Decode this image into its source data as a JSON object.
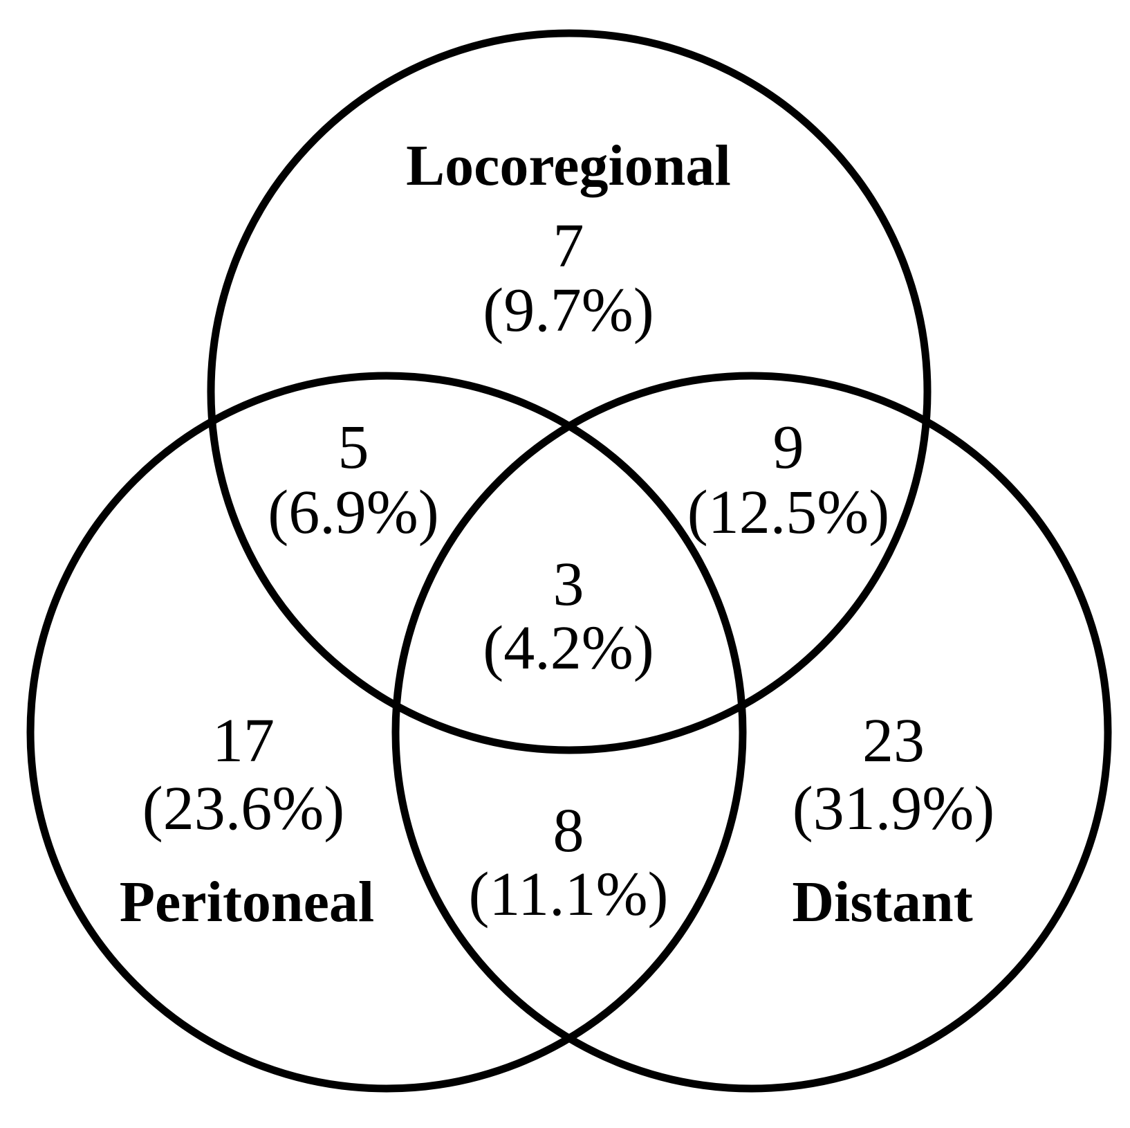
{
  "diagram": {
    "type": "venn",
    "line_color": "#000000",
    "background": "#ffffff",
    "sets": [
      {
        "id": "L",
        "label": "Locoregional"
      },
      {
        "id": "P",
        "label": "Peritoneal"
      },
      {
        "id": "D",
        "label": "Distant"
      }
    ],
    "regions": {
      "locoregional_only": {
        "sets": [
          "L"
        ],
        "count": "7",
        "percent": "(9.7%)"
      },
      "locoregional_peritoneal": {
        "sets": [
          "L",
          "P"
        ],
        "count": "5",
        "percent": "(6.9%)"
      },
      "locoregional_distant": {
        "sets": [
          "L",
          "D"
        ],
        "count": "9",
        "percent": "(12.5%)"
      },
      "all_three": {
        "sets": [
          "L",
          "P",
          "D"
        ],
        "count": "3",
        "percent": "(4.2%)"
      },
      "peritoneal_only": {
        "sets": [
          "P"
        ],
        "count": "17",
        "percent": "(23.6%)"
      },
      "peritoneal_distant": {
        "sets": [
          "P",
          "D"
        ],
        "count": "8",
        "percent": "(11.1%)"
      },
      "distant_only": {
        "sets": [
          "D"
        ],
        "count": "23",
        "percent": "(31.9%)"
      }
    }
  }
}
